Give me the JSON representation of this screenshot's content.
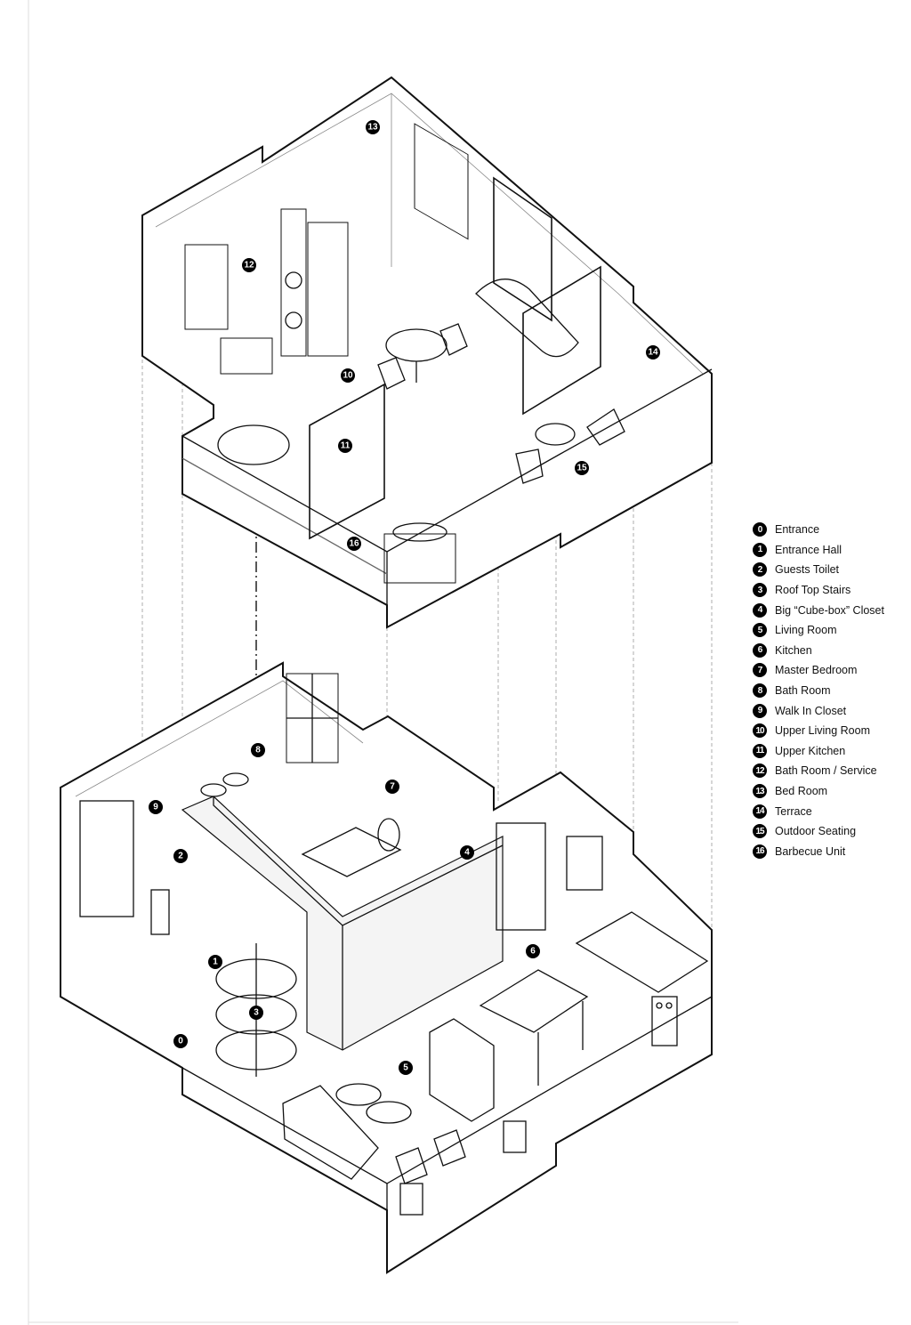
{
  "legend": [
    {
      "num": "0",
      "label": "Entrance"
    },
    {
      "num": "1",
      "label": "Entrance Hall"
    },
    {
      "num": "2",
      "label": "Guests Toilet"
    },
    {
      "num": "3",
      "label": "Roof Top Stairs"
    },
    {
      "num": "4",
      "label": "Big “Cube-box” Closet"
    },
    {
      "num": "5",
      "label": "Living Room"
    },
    {
      "num": "6",
      "label": "Kitchen"
    },
    {
      "num": "7",
      "label": "Master Bedroom"
    },
    {
      "num": "8",
      "label": "Bath Room"
    },
    {
      "num": "9",
      "label": "Walk In Closet"
    },
    {
      "num": "10",
      "label": "Upper Living Room"
    },
    {
      "num": "11",
      "label": "Upper Kitchen"
    },
    {
      "num": "12",
      "label": "Bath Room / Service"
    },
    {
      "num": "13",
      "label": "Bed Room"
    },
    {
      "num": "14",
      "label": "Terrace"
    },
    {
      "num": "15",
      "label": "Outdoor Seating"
    },
    {
      "num": "16",
      "label": "Barbecue Unit"
    }
  ],
  "colors": {
    "line": "#111111",
    "hidden": "#999999",
    "marker": "#000000"
  }
}
